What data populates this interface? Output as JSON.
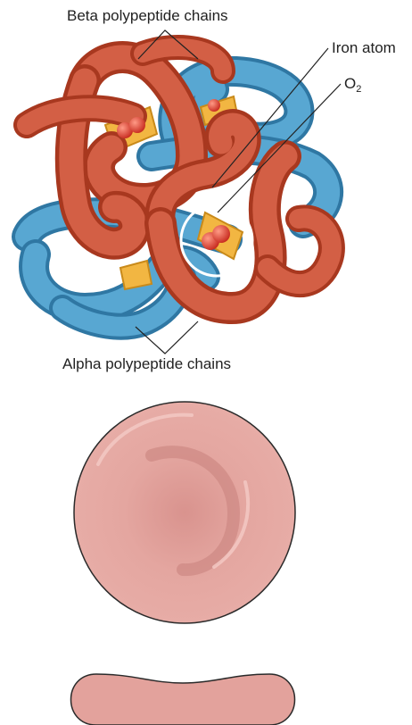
{
  "labels": {
    "beta": "Beta polypeptide chains",
    "iron": "Iron atom",
    "o2_letter": "O",
    "o2_sub": "2",
    "alpha": "Alpha polypeptide chains"
  },
  "colors": {
    "alpha_chain": "#c9533a",
    "beta_chain": "#4d9ac4",
    "heme": "#f2b642",
    "oxygen": "#d93a2a",
    "rbc": "#e3a29c",
    "rbc_outline": "#2a2a2a",
    "leader_line": "#222222"
  }
}
